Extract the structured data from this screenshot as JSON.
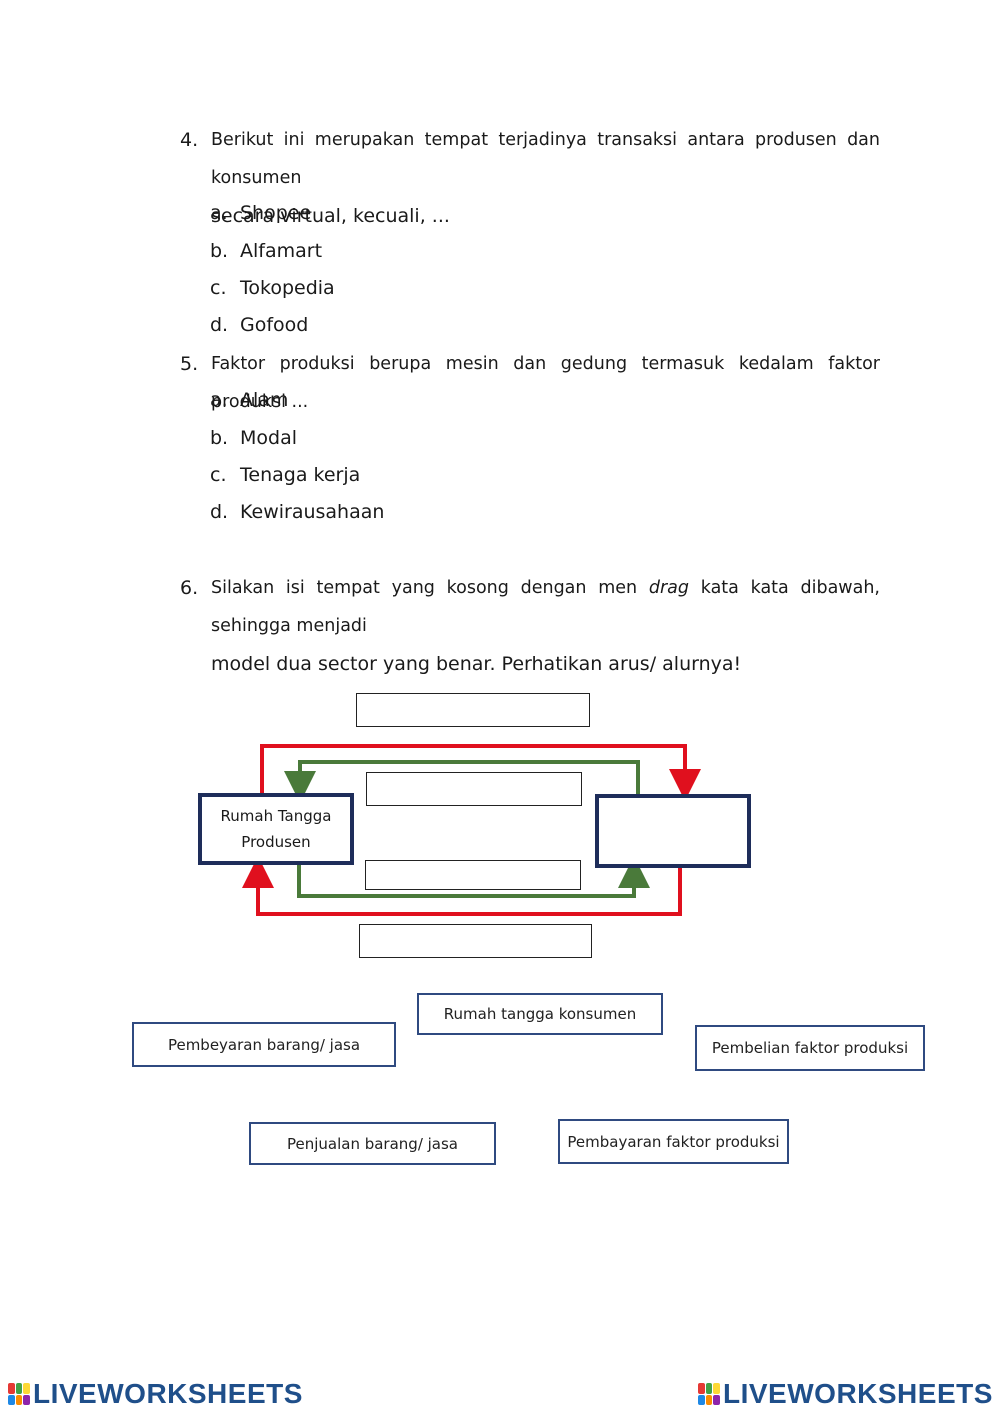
{
  "questions": [
    {
      "number": "4.",
      "line1": "Berikut ini merupakan tempat terjadinya transaksi antara produsen dan konsumen",
      "line2": "secara virtual, kecuali, ...",
      "options": [
        {
          "letter": "a.",
          "text": "Shopee"
        },
        {
          "letter": "b.",
          "text": "Alfamart"
        },
        {
          "letter": "c.",
          "text": "Tokopedia"
        },
        {
          "letter": "d.",
          "text": "Gofood"
        }
      ]
    },
    {
      "number": "5.",
      "line1": "Faktor produksi berupa mesin dan gedung termasuk kedalam faktor produksi ...",
      "options": [
        {
          "letter": "a.",
          "text": "Alam"
        },
        {
          "letter": "b.",
          "text": "Modal"
        },
        {
          "letter": "c.",
          "text": "Tenaga kerja"
        },
        {
          "letter": "d.",
          "text": "Kewirausahaan"
        }
      ]
    },
    {
      "number": "6.",
      "line1_before": "Silakan isi tempat yang kosong dengan men ",
      "line1_italic": "drag",
      "line1_after": " kata kata dibawah, sehingga menjadi",
      "line2": "model dua sector yang benar. Perhatikan arus/ alurnya!"
    }
  ],
  "diagram": {
    "left_node_line1": "Rumah Tangga",
    "left_node_line2": "Produsen",
    "right_node": "",
    "colors": {
      "money_flow": "#e0101e",
      "goods_flow": "#4a7a3a",
      "node_border": "#1e2d5a"
    }
  },
  "drag_cards": [
    {
      "label": "Rumah tangga konsumen"
    },
    {
      "label": "Pembeyaran barang/ jasa"
    },
    {
      "label": "Pembelian faktor produksi"
    },
    {
      "label": "Penjualan barang/ jasa"
    },
    {
      "label": "Pembayaran faktor produksi"
    }
  ],
  "footer": {
    "brand_left": "LIVEWORKSHEETS",
    "brand_right": "LIVEWORKSHEETS"
  }
}
